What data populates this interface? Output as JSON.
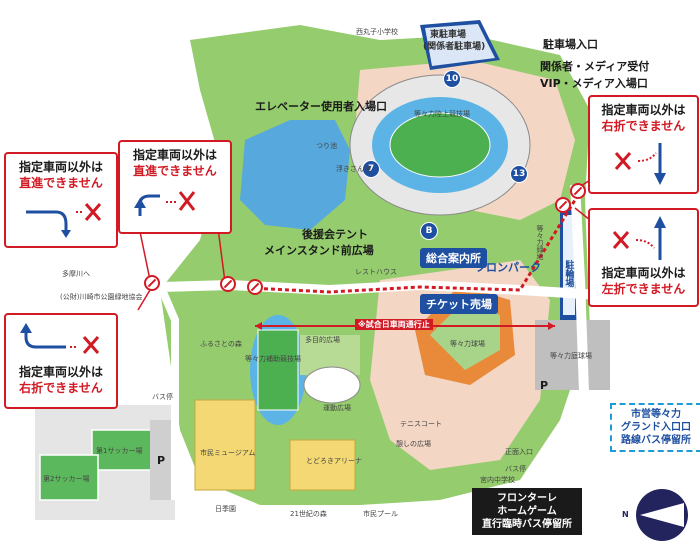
{
  "callouts": {
    "left_top": {
      "line1": "指定車両以外は",
      "line2": "直進できません"
    },
    "center_top": {
      "line1": "指定車両以外は",
      "line2": "直進できません"
    },
    "left_bottom": {
      "line1": "指定車両以外は",
      "line2": "右折できません"
    },
    "right_top": {
      "line1": "指定車両以外は",
      "line2": "右折できません"
    },
    "right_bottom": {
      "line1": "指定車両以外は",
      "line2": "左折できません"
    }
  },
  "labels": {
    "nishi_elem": "西丸子小学校",
    "east_parking_line1": "東駐車場",
    "east_parking_line2": "(関係者駐車場)",
    "parking_entrance": "駐車場入口",
    "staff_media": "関係者・メディア受付",
    "vip_media": "VIP・メディア入場口",
    "elevator": "エレベーター使用者入場口",
    "tsuri_pond": "つり池",
    "ukisima_pond": "浮きさん池",
    "stadium": "等々力陸上競技場",
    "supporter_tent": "後援会テント",
    "main_stand": "メインスタンド前広場",
    "restaurant": "レストハウス",
    "info_center": "総合案内所",
    "frontal_park": "フロンパーク",
    "ticket": "チケット売場",
    "match_day": "※試合日車両通行止",
    "south_parking": "駐輪場",
    "todoroki_green": "等々力緑地",
    "kosoku": "多摩川へ",
    "kawasaki_assoc": "(公財)川崎市公園緑地協会",
    "furusato": "ふるさとの森",
    "aux_track": "等々力補助競技場",
    "tamagawa_yard": "多目的広場",
    "field_soccer1": "第1サッカー場",
    "field_soccer2": "第2サッカー場",
    "museum": "市民ミュージアム",
    "arena": "とどろきアリーナ",
    "athletic_yard": "運動広場",
    "baseball": "等々力球場",
    "tennis": "テニスコート",
    "play_yard": "憩しの広場",
    "todoroki_tennis": "等々力庭球場",
    "bus_stop_north": "バス停",
    "bus_stop_south": "バス停",
    "front_entrance": "正面入口",
    "miyauchi_jr": "宮内中学校",
    "century_forest": "21世紀の森",
    "waterfall": "日季園",
    "citizens_pool": "市民プール"
  },
  "gates": {
    "g10": "10",
    "g7": "7",
    "g13": "13",
    "gB": "B"
  },
  "bus_boxes": {
    "frontale_line1": "フロンターレ",
    "frontale_line2": "ホームゲーム",
    "frontale_line3": "直行臨時バス停留所",
    "city_line1": "市営等々力",
    "city_line2": "グランド入口口",
    "city_line3": "路線バス停留所"
  },
  "symbols": {
    "parking": "P",
    "north": "N"
  },
  "colors": {
    "grass": "#8cc86a",
    "road": "#ffffff",
    "water": "#4aa3dd",
    "brand_blue": "#1e4fa0",
    "alert_red": "#d21a24",
    "sky_blue_stadium": "#5bb4e5",
    "beige_area": "#f6dccd"
  }
}
